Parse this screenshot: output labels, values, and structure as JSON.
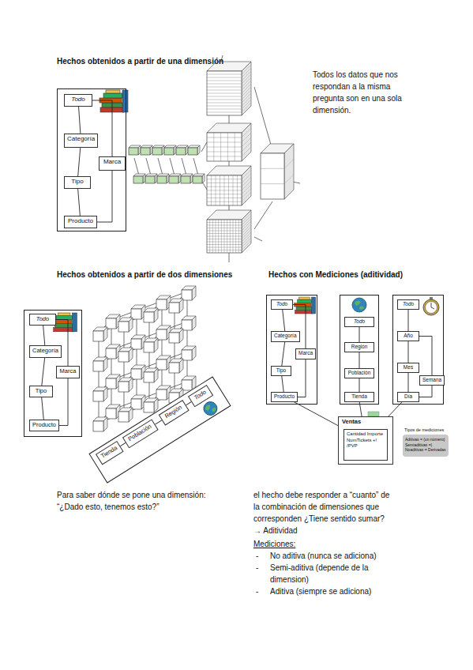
{
  "diagram": {
    "nodes": [
      {
        "text": []
      },
      {
        "text": [
          "Todo"
        ],
        "in": 0
      },
      {
        "text": [
          "Categoría"
        ],
        "in": 0
      },
      {
        "text": [
          "Marca"
        ],
        "in": 0
      },
      {
        "text": [
          "Tipo"
        ],
        "in": 0
      },
      {
        "text": [
          "Producto"
        ],
        "in": 0
      },
      {
        "text": []
      },
      {
        "text": [
          "Todo"
        ],
        "in": 6
      },
      {
        "text": [
          "Categoría"
        ],
        "in": 6
      },
      {
        "text": [
          "Marca"
        ],
        "in": 6
      },
      {
        "text": [
          "Tipo"
        ],
        "in": 6
      },
      {
        "text": [
          "Producto"
        ],
        "in": 6
      },
      {
        "text": []
      },
      {
        "text": [
          "Tienda"
        ],
        "in": 12
      },
      {
        "text": [
          "Población"
        ],
        "in": 12
      },
      {
        "text": [
          "Región"
        ],
        "in": 12
      },
      {
        "text": [
          "Todo"
        ],
        "in": 12
      },
      {
        "text": []
      },
      {
        "text": [
          "Todo"
        ],
        "in": 17
      },
      {
        "text": [
          "Categoría"
        ],
        "in": 17
      },
      {
        "text": [
          "Marca"
        ],
        "in": 17
      },
      {
        "text": [
          "Tipo"
        ],
        "in": 17
      },
      {
        "text": [
          "Producto"
        ],
        "in": 17
      },
      {
        "text": []
      },
      {
        "text": [
          "Todo"
        ],
        "in": 23
      },
      {
        "text": [
          "Región"
        ],
        "in": 23
      },
      {
        "text": [
          "Población"
        ],
        "in": 23
      },
      {
        "text": [
          "Tienda"
        ],
        "in": 23
      },
      {
        "text": []
      },
      {
        "text": [
          "Todo"
        ],
        "in": 28
      },
      {
        "text": [
          "Año"
        ],
        "in": 28
      },
      {
        "text": [
          "Mes"
        ],
        "in": 28
      },
      {
        "text": [
          "Semana"
        ],
        "in": 28
      },
      {
        "text": [
          "Día"
        ],
        "in": 28
      },
      {
        "text": [
          "Ventas"
        ]
      },
      {
        "text": [
          "Cantidad Importe NumTickets +! /PVP"
        ],
        "in": 34
      },
      {
        "text": [
          "Aditivas = (un número) Semiaditivas =| Noaditivas = Derivadas"
        ]
      }
    ],
    "edges": [
      {
        "from": 1,
        "to": 2,
        "arrow": "none"
      },
      {
        "from": 2,
        "to": 4,
        "arrow": "none"
      },
      {
        "from": 4,
        "to": 5,
        "arrow": "none"
      },
      {
        "from": 1,
        "to": 3,
        "arrow": "none"
      },
      {
        "from": 3,
        "to": 5,
        "arrow": "none"
      },
      {
        "from": 7,
        "to": 8,
        "arrow": "none"
      },
      {
        "from": 8,
        "to": 10,
        "arrow": "none"
      },
      {
        "from": 10,
        "to": 11,
        "arrow": "none"
      },
      {
        "from": 7,
        "to": 9,
        "arrow": "none"
      },
      {
        "from": 9,
        "to": 11,
        "arrow": "none"
      },
      {
        "from": 13,
        "to": 14,
        "arrow": "none"
      },
      {
        "from": 14,
        "to": 15,
        "arrow": "none"
      },
      {
        "from": 15,
        "to": 16,
        "arrow": "none"
      },
      {
        "from": 18,
        "to": 19,
        "arrow": "none"
      },
      {
        "from": 19,
        "to": 21,
        "arrow": "none"
      },
      {
        "from": 21,
        "to": 22,
        "arrow": "none"
      },
      {
        "from": 18,
        "to": 20,
        "arrow": "none"
      },
      {
        "from": 20,
        "to": 22,
        "arrow": "none"
      },
      {
        "from": 24,
        "to": 25,
        "arrow": "none"
      },
      {
        "from": 25,
        "to": 26,
        "arrow": "none"
      },
      {
        "from": 26,
        "to": 27,
        "arrow": "none"
      },
      {
        "from": 29,
        "to": 30,
        "arrow": "none"
      },
      {
        "from": 30,
        "to": 31,
        "arrow": "none"
      },
      {
        "from": 31,
        "to": 33,
        "arrow": "none"
      },
      {
        "from": 30,
        "to": 32,
        "arrow": "none"
      },
      {
        "from": 32,
        "to": 33,
        "arrow": "none"
      },
      {
        "from": 22,
        "to": 34,
        "arrow": "none"
      },
      {
        "from": 27,
        "to": 34,
        "arrow": "none"
      },
      {
        "from": 33,
        "to": 34,
        "arrow": "none"
      }
    ],
    "labels": [
      "Hechos obtenidos a partir de una dimensión",
      "Todos los datos que nos respondan a la misma pregunta son en una sola dimensión.",
      "Hechos obtenidos a partir de dos dimensiones",
      "Hechos con Mediciones (aditividad)",
      "Tipos de mediciones",
      "Para saber dónde se pone una dimensión:",
      "“¿Dado esto, tenemos esto?”",
      "el hecho debe responder a “cuanto” de la combinación de dimensiones que corresponden ¿Tiene sentido sumar? → Aditividad",
      "Mediciones:",
      "-",
      "No aditiva (nunca se adiciona)",
      "-",
      "Semi-aditiva (depende de la dimension)",
      "-",
      "Aditiva (siempre se adiciona)"
    ]
  }
}
